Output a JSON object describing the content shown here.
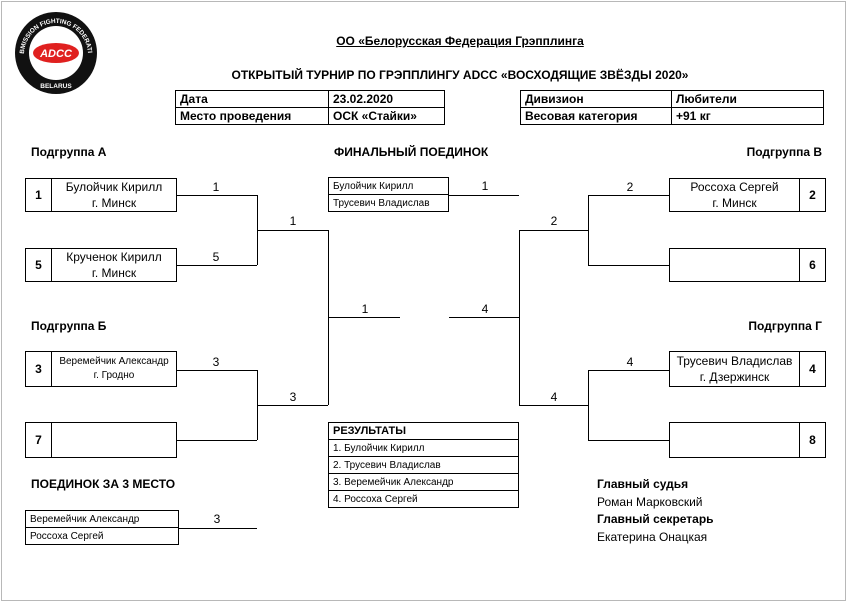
{
  "logo": {
    "center_text": "ADCC",
    "ring_text": "SUBMISSION FIGHTING FEDERATION",
    "bottom_text": "BELARUS"
  },
  "header": {
    "org": "ОО «Белорусская Федерация Грэпплинга",
    "title": "ОТКРЫТЫЙ ТУРНИР ПО ГРЭППЛИНГУ ADCC «ВОСХОДЯЩИЕ ЗВЁЗДЫ 2020»"
  },
  "info_left": [
    {
      "label": "Дата",
      "value": "23.02.2020"
    },
    {
      "label": "Место проведения",
      "value": "ОСК «Стайки»"
    }
  ],
  "info_right": [
    {
      "label": "Дивизион",
      "value": "Любители"
    },
    {
      "label": "Весовая категория",
      "value": "+91 кг"
    }
  ],
  "groups": {
    "a": "Подгруппа А",
    "b": "Подгруппа Б",
    "v": "Подгруппа В",
    "g": "Подгруппа Г"
  },
  "seeds": [
    {
      "num": "1",
      "name": "Булойчик Кирилл",
      "city": "г. Минск"
    },
    {
      "num": "5",
      "name": "Крученок Кирилл",
      "city": "г. Минск"
    },
    {
      "num": "3",
      "name": "Веремейчик Александр",
      "city": "г. Гродно"
    },
    {
      "num": "7",
      "name": "",
      "city": ""
    },
    {
      "num": "2",
      "name": "Россоха Сергей",
      "city": "г. Минск"
    },
    {
      "num": "6",
      "name": "",
      "city": ""
    },
    {
      "num": "4",
      "name": "Трусевич Владислав",
      "city": "г. Дзержинск"
    },
    {
      "num": "8",
      "name": "",
      "city": ""
    }
  ],
  "scores": {
    "a1": "1",
    "a2": "5",
    "a_win": "1",
    "b1": "3",
    "b_win": "3",
    "left_final": "1",
    "v1": "2",
    "v_win": "2",
    "g1": "4",
    "g_win": "4",
    "right_final": "4",
    "final": "1",
    "third": "3"
  },
  "final": {
    "title": "ФИНАЛЬНЫЙ ПОЕДИНОК",
    "players": [
      "Булойчик Кирилл",
      "Трусевич Владислав"
    ]
  },
  "results": {
    "title": "РЕЗУЛЬТАТЫ",
    "items": [
      "1. Булойчик Кирилл",
      "2. Трусевич Владислав",
      "3. Веремейчик Александр",
      "4. Россоха Сергей"
    ]
  },
  "third_place": {
    "title": "ПОЕДИНОК ЗА 3 МЕСТО",
    "players": [
      "Веремейчик Александр",
      "Россоха Сергей"
    ]
  },
  "staff": {
    "judge_label": "Главный судья",
    "judge_name": "Роман Марковский",
    "secretary_label": "Главный секретарь",
    "secretary_name": "Екатерина Онацкая"
  }
}
